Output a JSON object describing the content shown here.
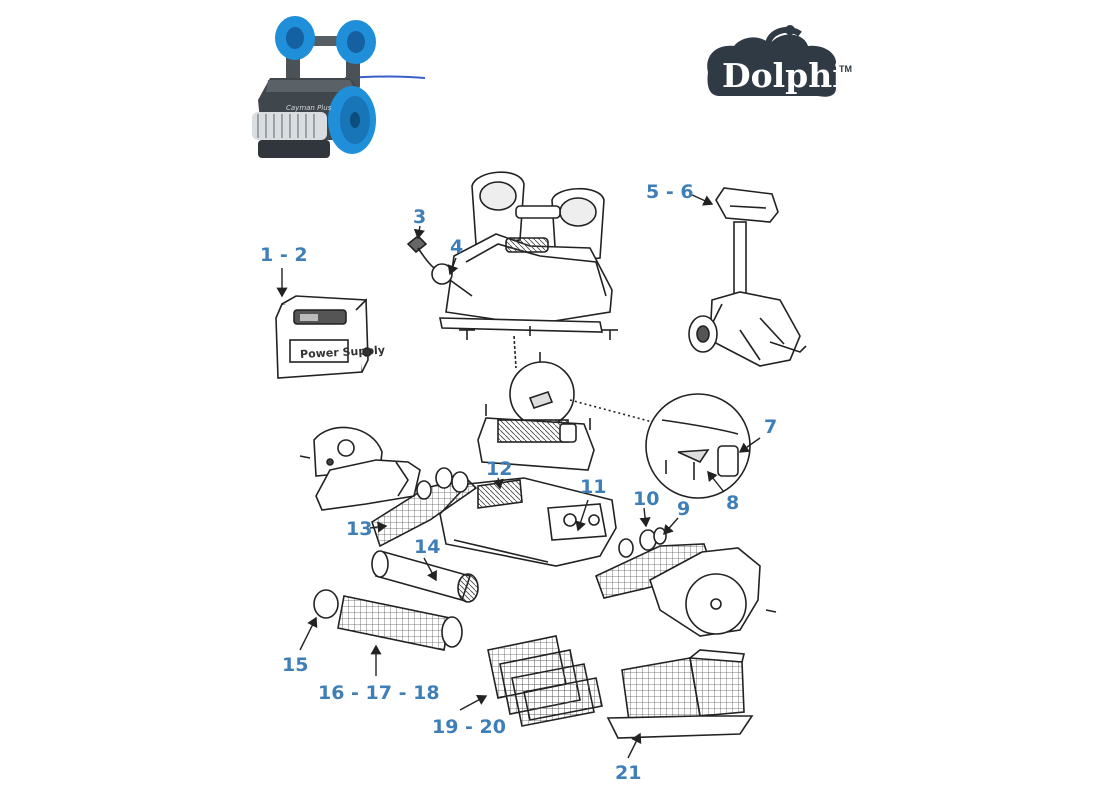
{
  "brand": {
    "name": "Dolphin",
    "tm": "TM"
  },
  "product_photo": {
    "badge": "Cayman Plus"
  },
  "power_supply_label": "Power Supply",
  "colors": {
    "label_blue": "#3f7fb8",
    "accent_blue": "#1d8fd6",
    "logo_dark": "#2f3a44"
  },
  "callouts": [
    {
      "id": "c1",
      "text": "1 - 2"
    },
    {
      "id": "c2",
      "text": "3"
    },
    {
      "id": "c3",
      "text": "4"
    },
    {
      "id": "c4",
      "text": "5 - 6"
    },
    {
      "id": "c5",
      "text": "7"
    },
    {
      "id": "c6",
      "text": "8"
    },
    {
      "id": "c7",
      "text": "9"
    },
    {
      "id": "c8",
      "text": "10"
    },
    {
      "id": "c9",
      "text": "11"
    },
    {
      "id": "c10",
      "text": "12"
    },
    {
      "id": "c11",
      "text": "13"
    },
    {
      "id": "c12",
      "text": "14"
    },
    {
      "id": "c13",
      "text": "15"
    },
    {
      "id": "c14",
      "text": "16 - 17 - 18"
    },
    {
      "id": "c15",
      "text": "19 - 20"
    },
    {
      "id": "c16",
      "text": "21"
    }
  ]
}
